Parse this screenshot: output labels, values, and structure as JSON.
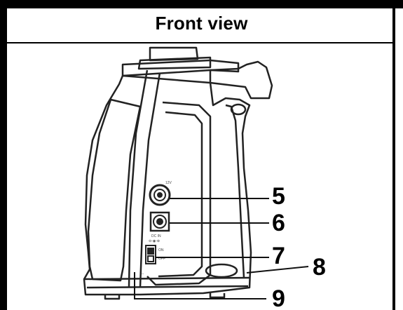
{
  "title": "Front view",
  "callouts": [
    {
      "id": "5",
      "label": "5"
    },
    {
      "id": "6",
      "label": "6"
    },
    {
      "id": "7",
      "label": "7"
    },
    {
      "id": "8",
      "label": "8"
    },
    {
      "id": "9",
      "label": "9"
    }
  ],
  "icons": [
    "power-jack-icon",
    "usb-port-icon",
    "switch-icon"
  ],
  "colors": {
    "frame": "#000000",
    "line": "#222222",
    "background": "#ffffff"
  }
}
